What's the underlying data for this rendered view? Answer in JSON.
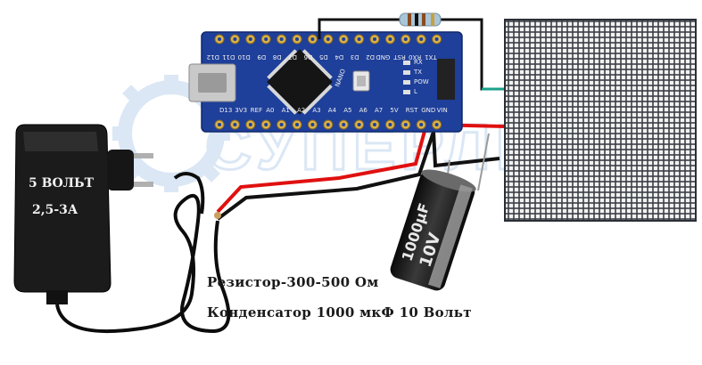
{
  "watermark": {
    "text": "СУПЕРЛИС",
    "color": "#cfe0f2"
  },
  "adapter": {
    "line1": "5 ВОЛЬТ",
    "line2": "2,5-3А"
  },
  "arduino": {
    "label": "NANO",
    "top_pins": [
      "D12",
      "D11",
      "D10",
      "D9",
      "D8",
      "D7",
      "D6",
      "D5",
      "D4",
      "D3",
      "D2",
      "GND",
      "RST",
      "RX0",
      "TX1"
    ],
    "bottom_pins": [
      "D13",
      "3V3",
      "REF",
      "A0",
      "A1",
      "A2",
      "A3",
      "A4",
      "A5",
      "A6",
      "A7",
      "5V",
      "RST",
      "GND",
      "VIN"
    ],
    "leds": [
      "RX",
      "TX",
      "POW",
      "L"
    ]
  },
  "capacitor": {
    "value": "1000µF",
    "voltage": "10V"
  },
  "captions": {
    "line1": "Резистор-300-500 Ом",
    "line2": "Конденсатор 1000 мкФ 10 Вольт"
  },
  "colors": {
    "board": "#1e3f9a",
    "wire_red": "#e01010",
    "wire_black": "#111111",
    "matrix": "#f4f4f4",
    "matrix_bg": "#2a2f35"
  }
}
